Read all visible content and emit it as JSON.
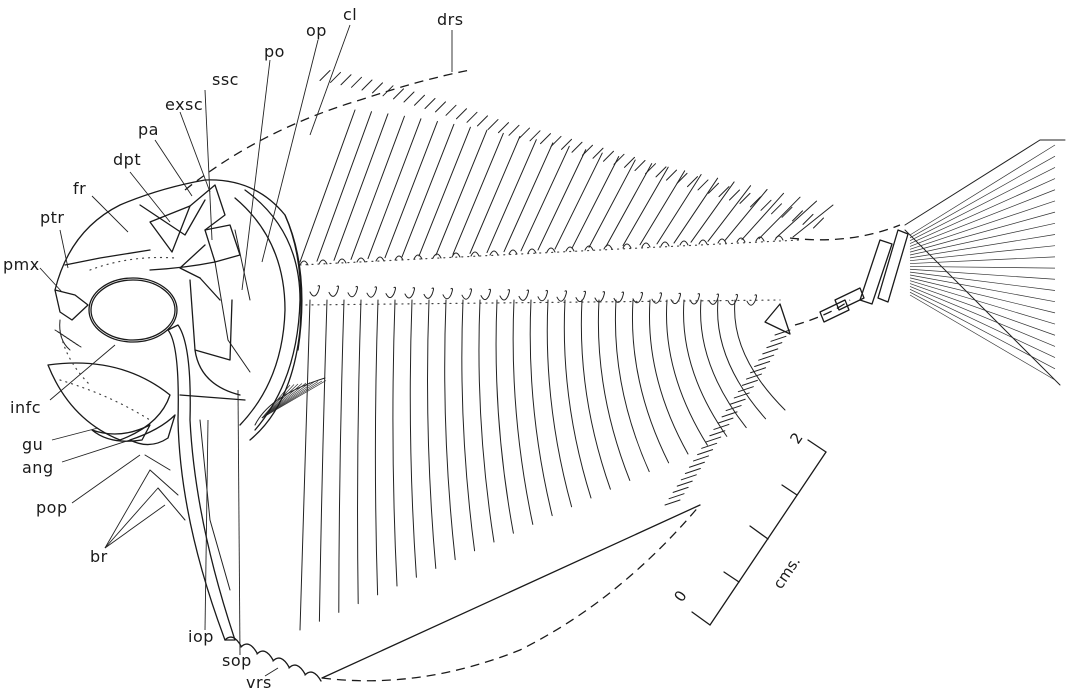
{
  "labels": {
    "pmx": "pmx",
    "ptr": "ptr",
    "fr": "fr",
    "dpt": "dpt",
    "pa": "pa",
    "exsc": "exsc",
    "ssc": "ssc",
    "po": "po",
    "op": "op",
    "cl": "cl",
    "drs": "drs",
    "infc": "infc",
    "gu": "gu",
    "ang": "ang",
    "pop": "pop",
    "br": "br",
    "iop": "iop",
    "sop": "sop",
    "vrs": "vrs"
  },
  "scale_bar": {
    "min_label": "0",
    "max_label": "2",
    "unit_label": "cms."
  }
}
